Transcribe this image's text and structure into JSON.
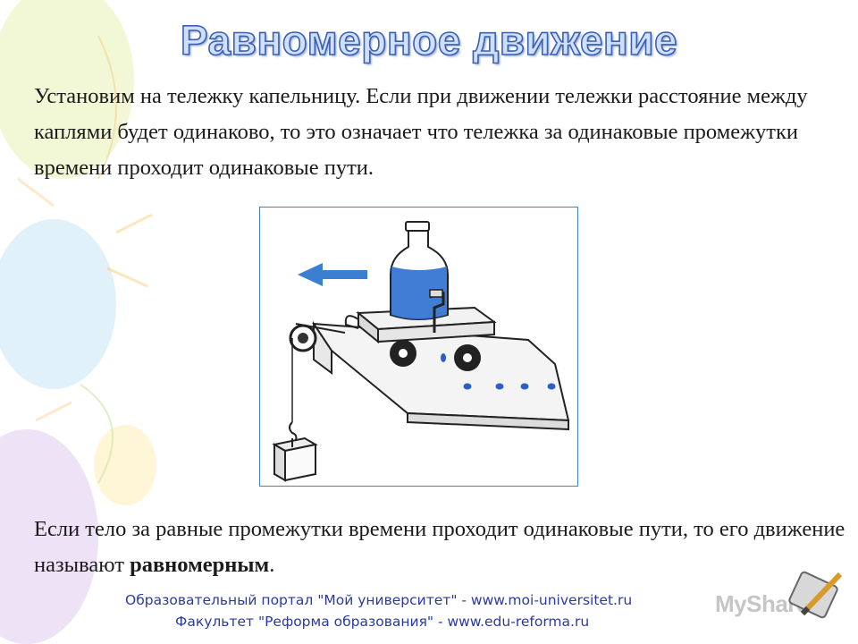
{
  "slide": {
    "title": "Равномерное движение",
    "paragraph1": "Установим на тележку капельницу. Если при движении тележки расстояние между каплями будет одинаково, то это означает что тележка за одинаковые промежутки времени проходит одинаковые пути.",
    "paragraph2_start": "Если тело за равные промежутки времени проходит одинаковые пути, то его движение называют ",
    "paragraph2_bold": "равномерным",
    "paragraph2_end": "."
  },
  "footer": {
    "line1": "Образовательный портал \"Мой университет\" - www.moi-universitet.ru",
    "line2": "Факультет \"Реформа образования\" - www.edu-reforma.ru"
  },
  "watermark": "MyShared",
  "colors": {
    "title_fill": "#cfe0ff",
    "title_stroke": "#3c5fae",
    "arrow": "#3a7fd0",
    "water": "#2d6fd0",
    "drops": "#2a5fc8"
  }
}
